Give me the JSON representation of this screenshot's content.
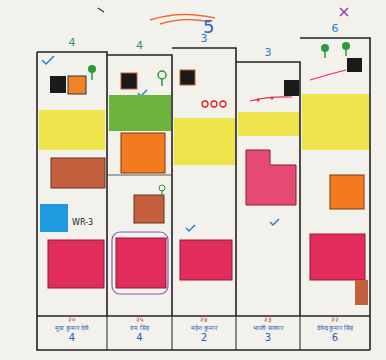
{
  "diagram": {
    "nodes": [
      {
        "text": [
          "4",
          "२०",
          "मुन्ना कुमार देवी",
          "4"
        ]
      },
      {
        "text": [
          "4",
          "२५",
          "राम सिंह",
          "4"
        ]
      },
      {
        "text": [
          "3",
          "२४",
          "महेश कुमार",
          "2"
        ]
      },
      {
        "text": [
          "3",
          "२३",
          "भारती सरकार",
          "3"
        ]
      },
      {
        "text": [
          "6",
          "२२",
          "देवेन्द्र कुमार सिंह",
          "6"
        ]
      }
    ],
    "labels": [
      "5",
      "WR-3"
    ]
  }
}
